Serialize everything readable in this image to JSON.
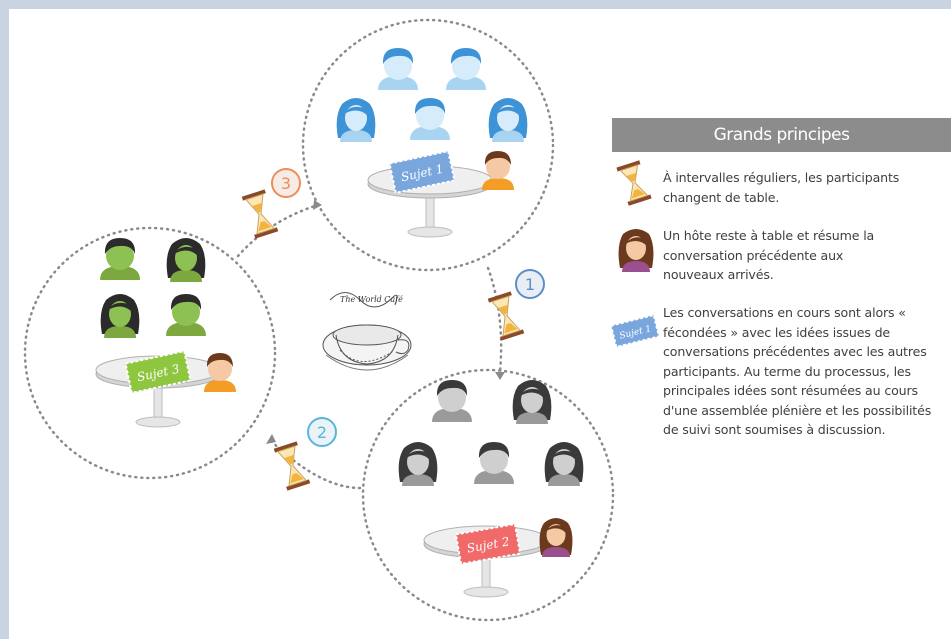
{
  "legend": {
    "title": "Grands principes",
    "items": [
      {
        "icon": "hourglass-icon",
        "text": "À intervalles réguliers, les participants changent de table."
      },
      {
        "icon": "host-avatar-icon",
        "text": "Un hôte reste à table et résume la conversation précédente aux nouveaux arrivés."
      },
      {
        "icon": "topic-card-icon",
        "card_label": "Sujet 1",
        "text": "Les conversations en cours sont alors « fécondées » avec les idées issues de conversations précédentes avec les autres participants. Au terme du processus, les principales idées sont résumées au cours d'une assemblée plénière et les possibilités de suivi sont soumises à discussion."
      }
    ]
  },
  "diagram": {
    "tables": [
      {
        "topic": "Sujet 1",
        "card_color": "#7aa6de",
        "participant_color": "#4fa8e0"
      },
      {
        "topic": "Sujet 2",
        "card_color": "#f06a6a",
        "participant_color": "#7a7a7a"
      },
      {
        "topic": "Sujet 3",
        "card_color": "#8ec63f",
        "participant_color": "#6fa83a"
      }
    ],
    "steps": [
      {
        "label": "1",
        "color": "#5b8fc9"
      },
      {
        "label": "2",
        "color": "#5bb5d6"
      },
      {
        "label": "3",
        "color": "#f08c5a"
      }
    ],
    "logo_text": "The World Café"
  }
}
